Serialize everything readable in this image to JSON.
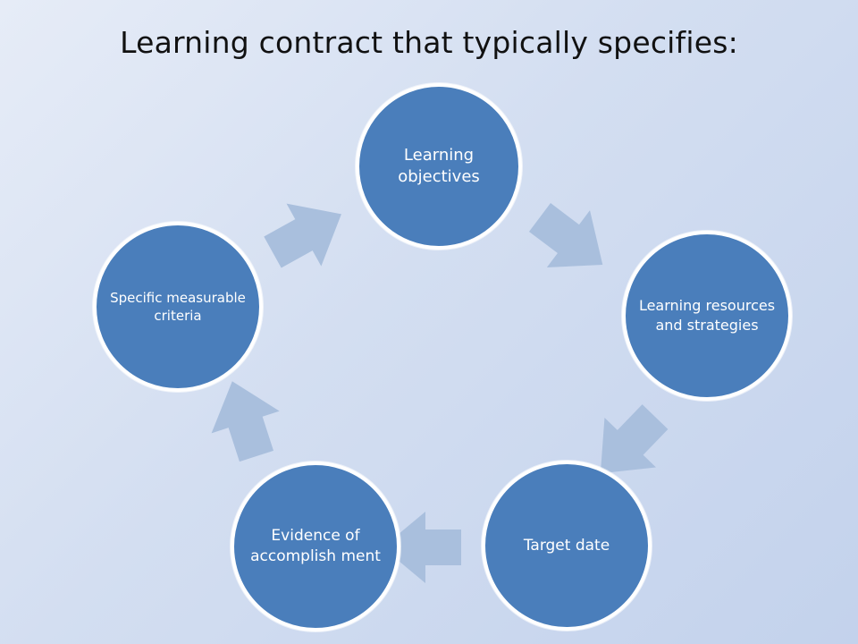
{
  "title": "Learning contract that typically specifies:",
  "nodes": [
    {
      "label": "Learning objectives"
    },
    {
      "label": "Learning resources and strategies"
    },
    {
      "label": "Target date"
    },
    {
      "label": "Evidence of accomplish ment"
    },
    {
      "label": "Specific measurable criteria"
    }
  ],
  "colors": {
    "node_fill": "#4a7ebb",
    "node_border": "#ffffff",
    "arrow_fill": "#a9bfdd"
  }
}
